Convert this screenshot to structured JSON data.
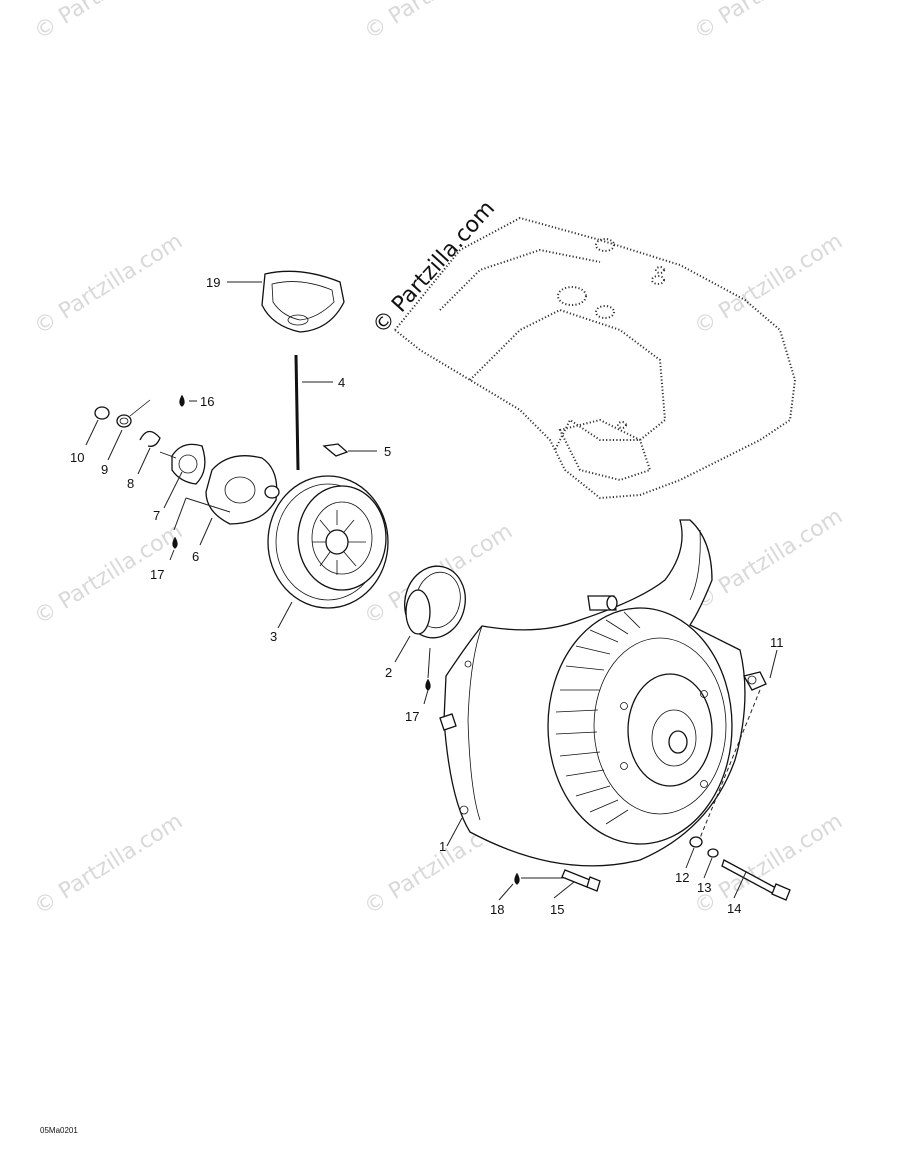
{
  "diagram_code": "05Ma0201",
  "watermark": "© Partzilla.com",
  "callouts": {
    "c1": "1",
    "c2": "2",
    "c3": "3",
    "c4": "4",
    "c5": "5",
    "c6": "6",
    "c7": "7",
    "c8": "8",
    "c9": "9",
    "c10": "10",
    "c11": "11",
    "c12": "12",
    "c13": "13",
    "c14": "14",
    "c15": "15",
    "c16": "16",
    "c17a": "17",
    "c17b": "17",
    "c18": "18",
    "c19": "19"
  }
}
